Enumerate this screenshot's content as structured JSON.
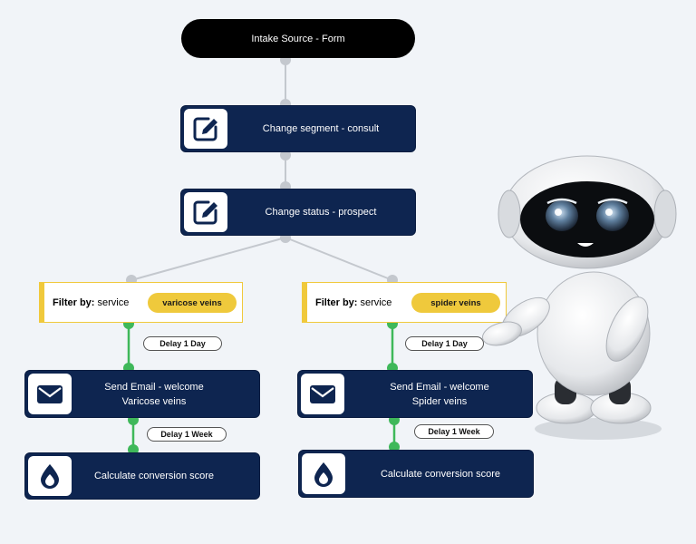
{
  "flow": {
    "source": {
      "label": "Intake Source - Form"
    },
    "step1": {
      "label": "Change segment - consult",
      "icon": "edit-icon"
    },
    "step2": {
      "label": "Change status - prospect",
      "icon": "edit-icon"
    },
    "left": {
      "filter": {
        "prefix": "Filter by:",
        "field": "service",
        "value": "varicose veins"
      },
      "delay1": "Delay 1 Day",
      "email": {
        "line1": "Send Email - welcome",
        "line2": "Varicose veins",
        "icon": "envelope-icon"
      },
      "delay2": "Delay 1 Week",
      "score": {
        "label": "Calculate conversion score",
        "icon": "droplet-icon"
      }
    },
    "right": {
      "filter": {
        "prefix": "Filter by:",
        "field": "service",
        "value": "spider veins"
      },
      "delay1": "Delay 1 Day",
      "email": {
        "line1": "Send Email - welcome",
        "line2": "Spider veins",
        "icon": "envelope-icon"
      },
      "delay2": "Delay 1 Week",
      "score": {
        "label": "Calculate conversion score",
        "icon": "droplet-icon"
      }
    }
  },
  "colors": {
    "node_bg": "#0e2550",
    "source_bg": "#000000",
    "filter_accent": "#f0c93c",
    "connector_gray": "#c4c8ce",
    "connector_green": "#3fb85a",
    "background": "#f1f4f8"
  },
  "illustration": {
    "name": "robot-mascot"
  }
}
